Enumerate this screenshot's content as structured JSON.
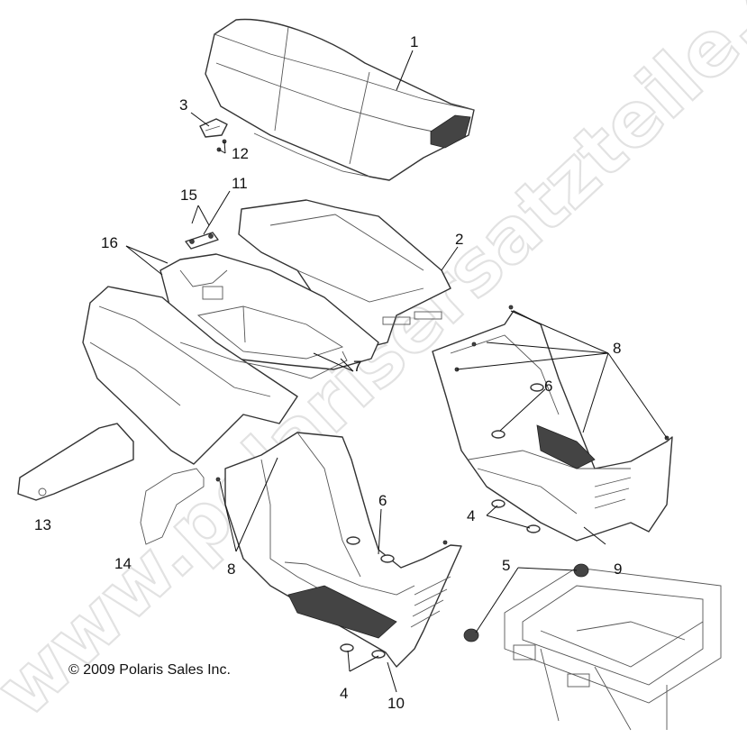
{
  "watermark": {
    "text": "www.polarisersatzteile.de"
  },
  "copyright": "© 2009 Polaris Sales Inc.",
  "callouts": [
    {
      "label": "1"
    },
    {
      "label": "2"
    },
    {
      "label": "3"
    },
    {
      "label": "12"
    },
    {
      "label": "15"
    },
    {
      "label": "11"
    },
    {
      "label": "16"
    },
    {
      "label": "8"
    },
    {
      "label": "6"
    },
    {
      "label": "7"
    },
    {
      "label": "4"
    },
    {
      "label": "9"
    },
    {
      "label": "5"
    },
    {
      "label": "13"
    },
    {
      "label": "14"
    },
    {
      "label": "6"
    },
    {
      "label": "8"
    },
    {
      "label": "4"
    },
    {
      "label": "10"
    }
  ]
}
